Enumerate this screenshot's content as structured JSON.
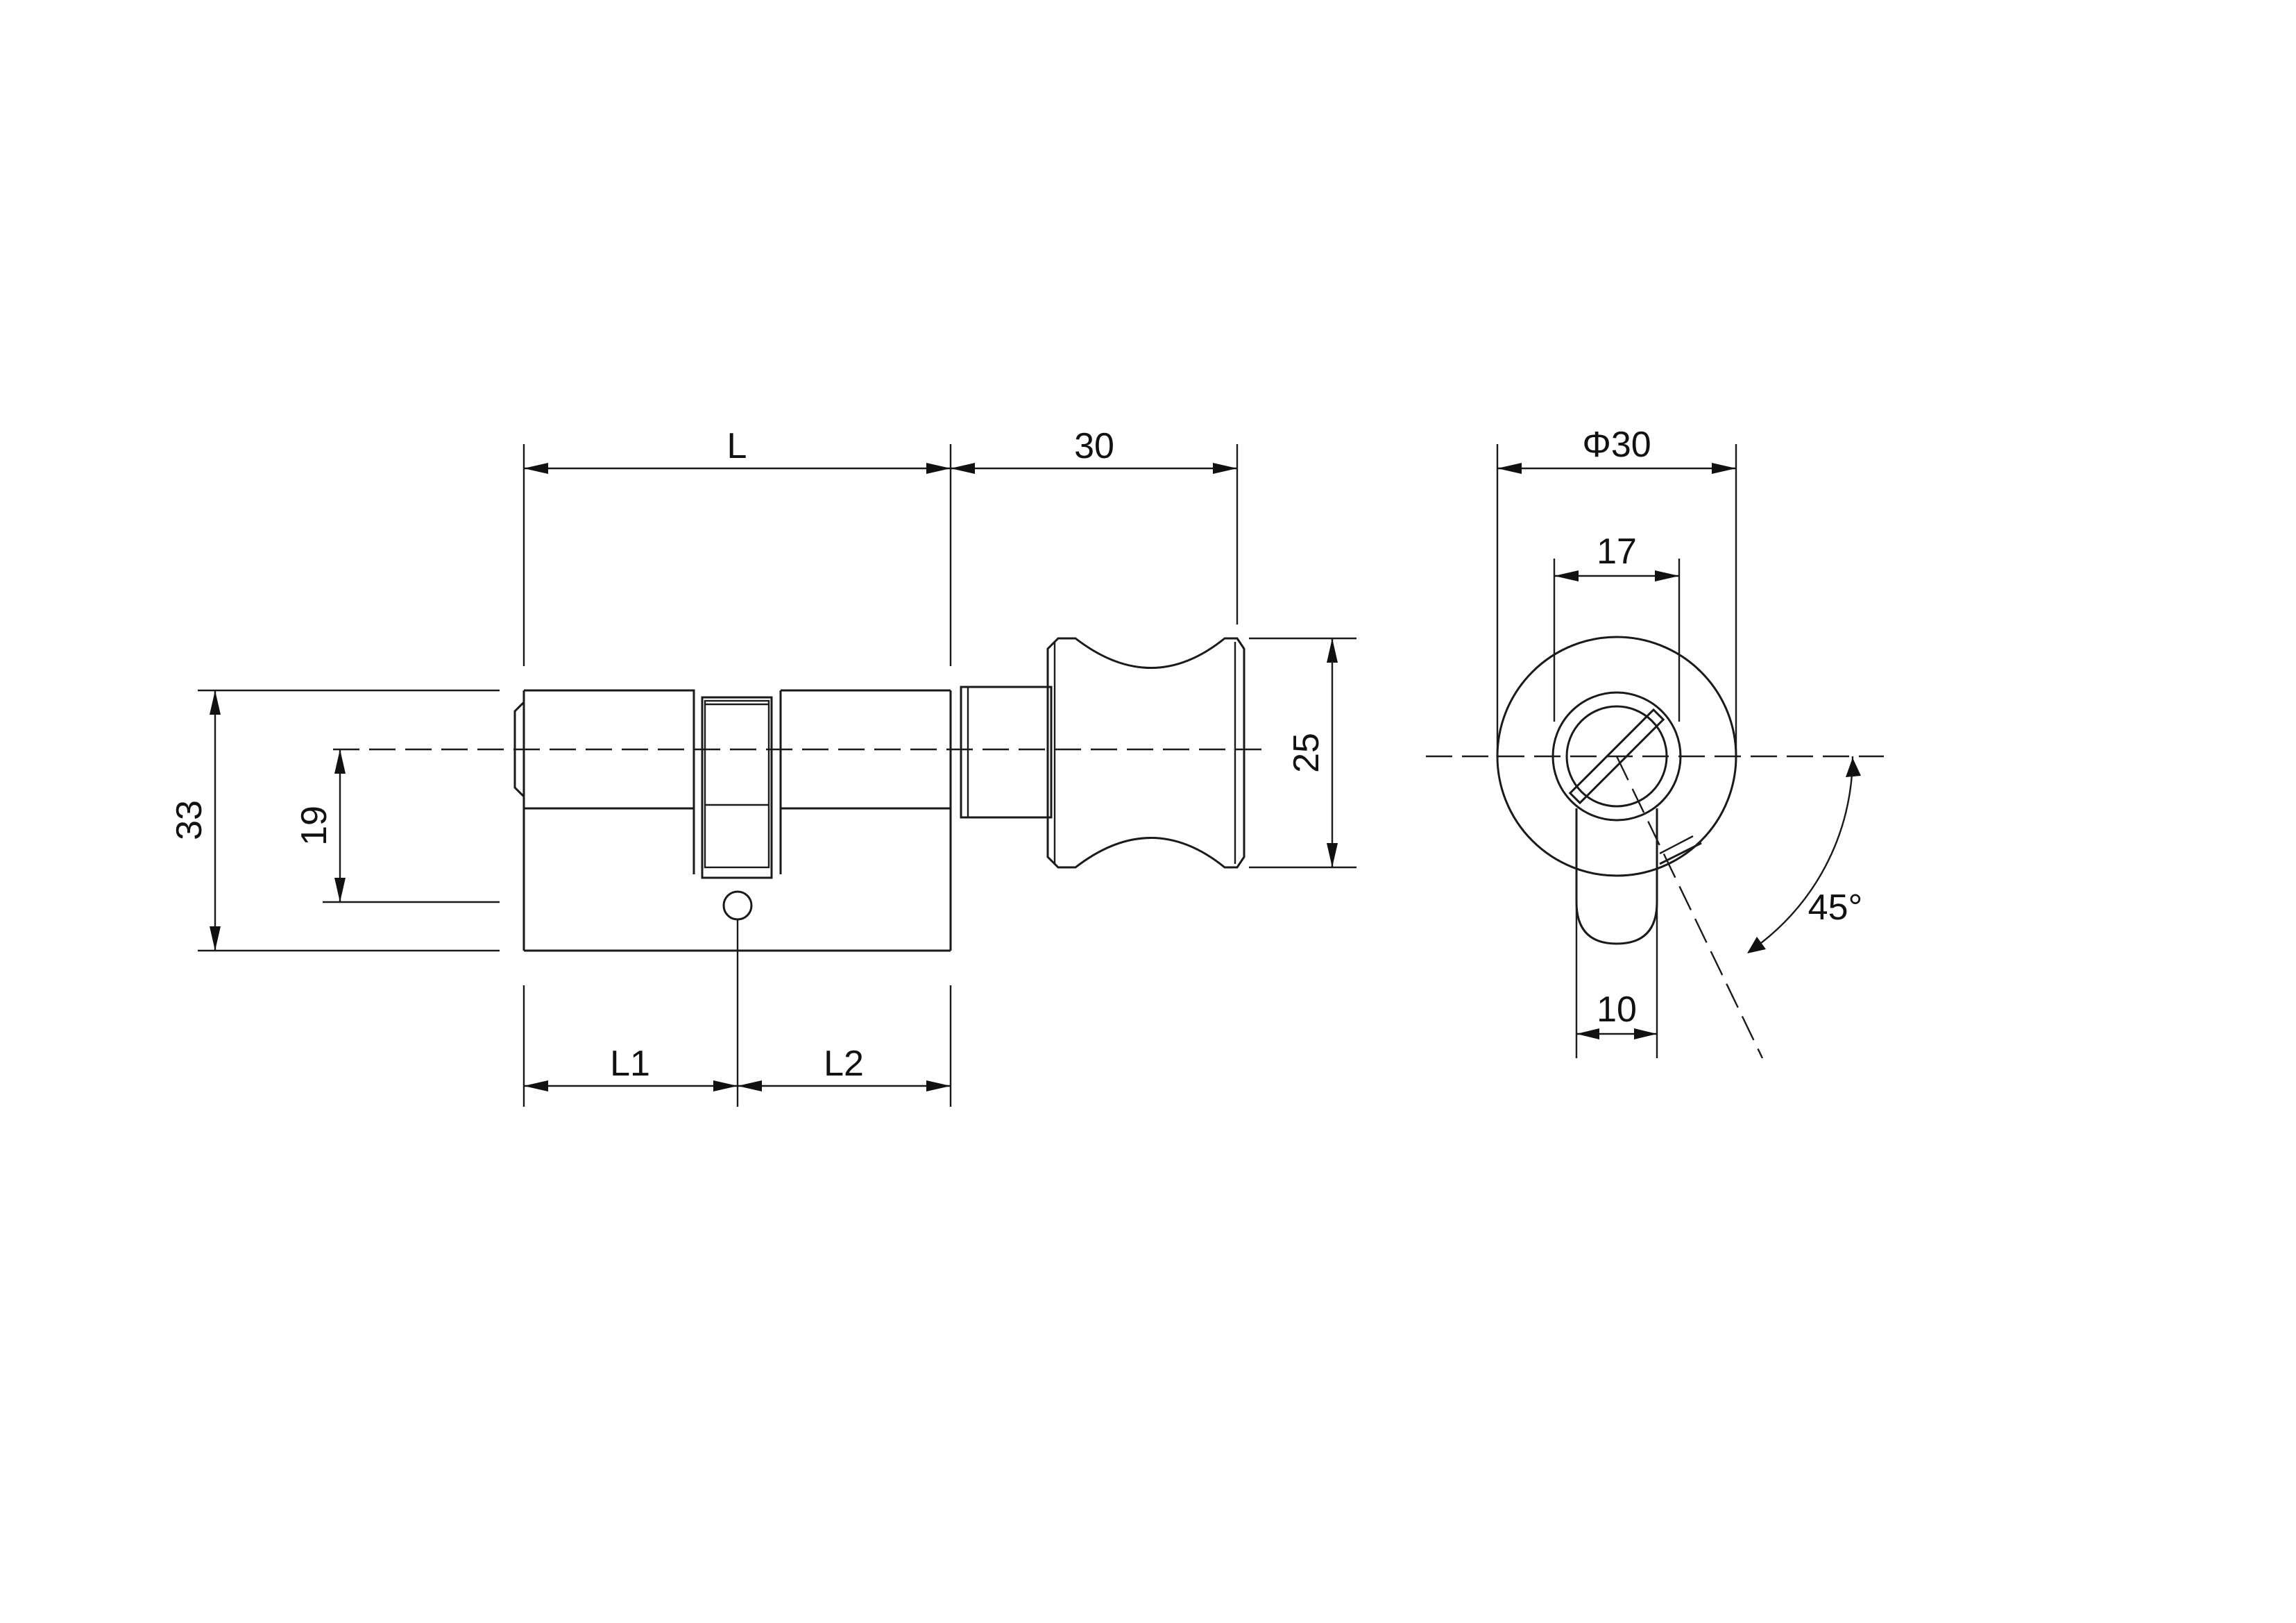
{
  "colors": {
    "line": "#1a1a1a",
    "background": "#ffffff"
  },
  "dimensions": {
    "length_L": "L",
    "knob_length": "30",
    "height_overall": "33",
    "height_center": "19",
    "knob_diameter": "25",
    "length_L1": "L1",
    "length_L2": "L2",
    "front_diameter": "Φ30",
    "front_bore": "17",
    "cam_width": "10",
    "cam_angle": "45°"
  }
}
